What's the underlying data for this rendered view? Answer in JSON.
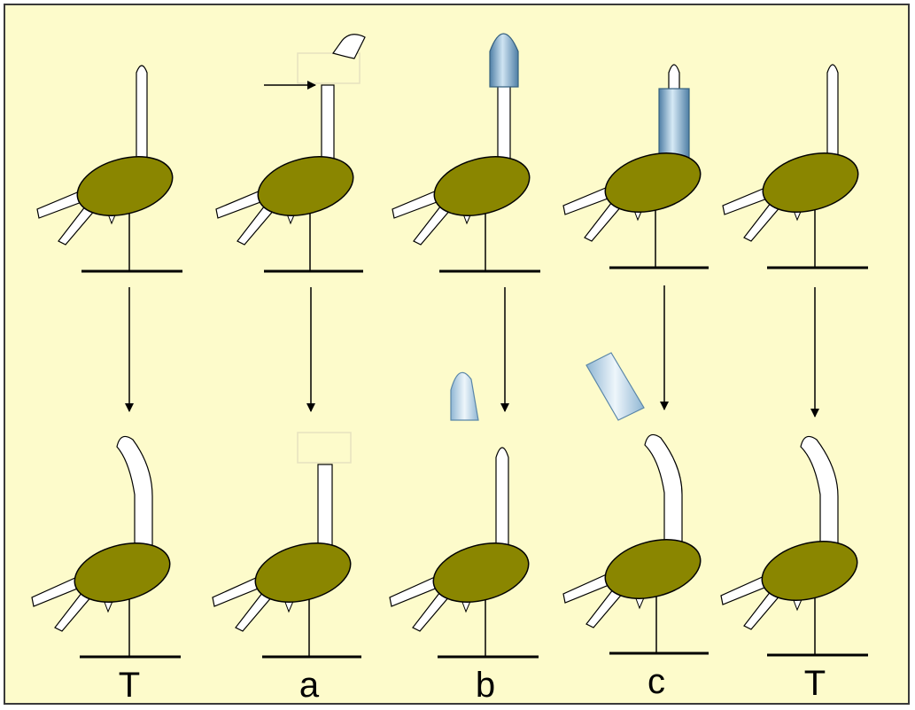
{
  "diagram": {
    "labels": [
      "T",
      "a",
      "b",
      "c",
      "T"
    ],
    "colors": {
      "background": "#fdfbcb",
      "body": "#8a8600",
      "outline": "#000000",
      "coleoptile": "#ffffff",
      "cap": "#7aa9c9",
      "arrow": "#000000"
    }
  }
}
